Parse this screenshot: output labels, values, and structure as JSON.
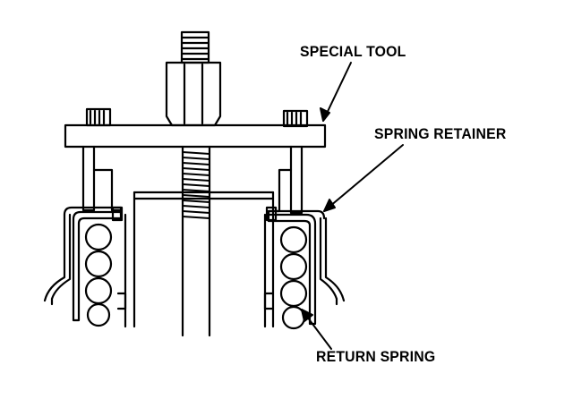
{
  "labels": {
    "special_tool": "SPECIAL TOOL",
    "spring_retainer": "SPRING RETAINER",
    "return_spring": "RETURN SPRING"
  },
  "colors": {
    "ink": "#000000",
    "background": "#ffffff"
  }
}
